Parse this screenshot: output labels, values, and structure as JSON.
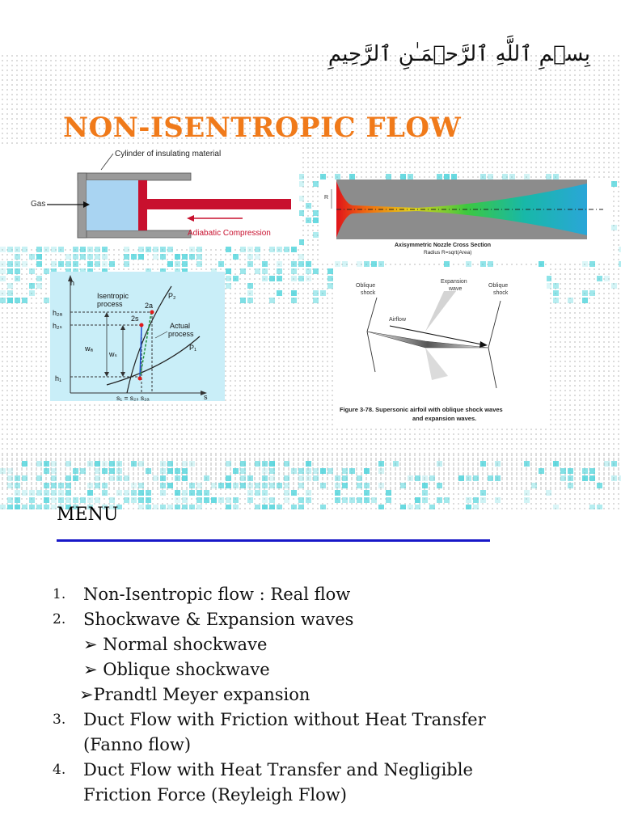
{
  "header": {
    "bismillah": "بِسۡمِ ٱللَّهِ ٱلرَّحۡمَـٰنِ ٱلرَّحِيمِ",
    "title": "NON-ISENTROPIC FLOW"
  },
  "figures": {
    "piston": {
      "cylinder_label": "Cylinder of insulating material",
      "gas_label": "Gas",
      "compression_label": "Adiabatic Compression"
    },
    "nozzle": {
      "r_label": "R",
      "caption_line1": "Axisymmetric Nozzle Cross Section",
      "caption_line2": "Radius R=sqrt(Area)"
    },
    "hs_diagram": {
      "h_axis": "h",
      "s_axis": "s",
      "isentropic_line1": "Isentropic",
      "isentropic_line2": "process",
      "actual_line1": "Actual",
      "actual_line2": "process",
      "p2": "P₂",
      "p1": "P₁",
      "pt_2a": "2a",
      "pt_2s": "2s",
      "h2a": "h₂ₐ",
      "h2s": "h₂ₛ",
      "h1": "h₁",
      "wa": "wₐ",
      "ws": "wₛ",
      "s_ticks": "s₁ = s₂ₛ s₂ₐ"
    },
    "airfoil": {
      "oblique_left_1": "Oblique",
      "oblique_left_2": "shock",
      "expansion_1": "Expansion",
      "expansion_2": "wave",
      "oblique_right_1": "Oblique",
      "oblique_right_2": "shock",
      "airflow": "Airflow",
      "caption_line1": "Figure 3-78. Supersonic airfoil with oblique shock waves",
      "caption_line2": "and expansion waves."
    }
  },
  "menu": {
    "title": "MENU",
    "items": [
      {
        "num": "1.",
        "text": "Non-Isentropic flow : Real flow"
      },
      {
        "num": "2.",
        "text": "Shockwave & Expansion waves"
      },
      {
        "sub": "➢ Normal shockwave"
      },
      {
        "sub": "➢ Oblique shockwave"
      },
      {
        "sub": "➢Prandtl Meyer expansion"
      },
      {
        "num": "3.",
        "text": "Duct Flow with Friction without Heat Transfer"
      },
      {
        "cont": "(Fanno flow)"
      },
      {
        "num": "4.",
        "text": "Duct Flow with Heat Transfer and Negligible"
      },
      {
        "cont": "Friction Force (Reyleigh Flow)"
      }
    ]
  },
  "colors": {
    "title": "#f07a1a",
    "rule": "#1717c8",
    "mosaic": "#3fd0d8",
    "diagram_bg": "#c9eef8"
  }
}
